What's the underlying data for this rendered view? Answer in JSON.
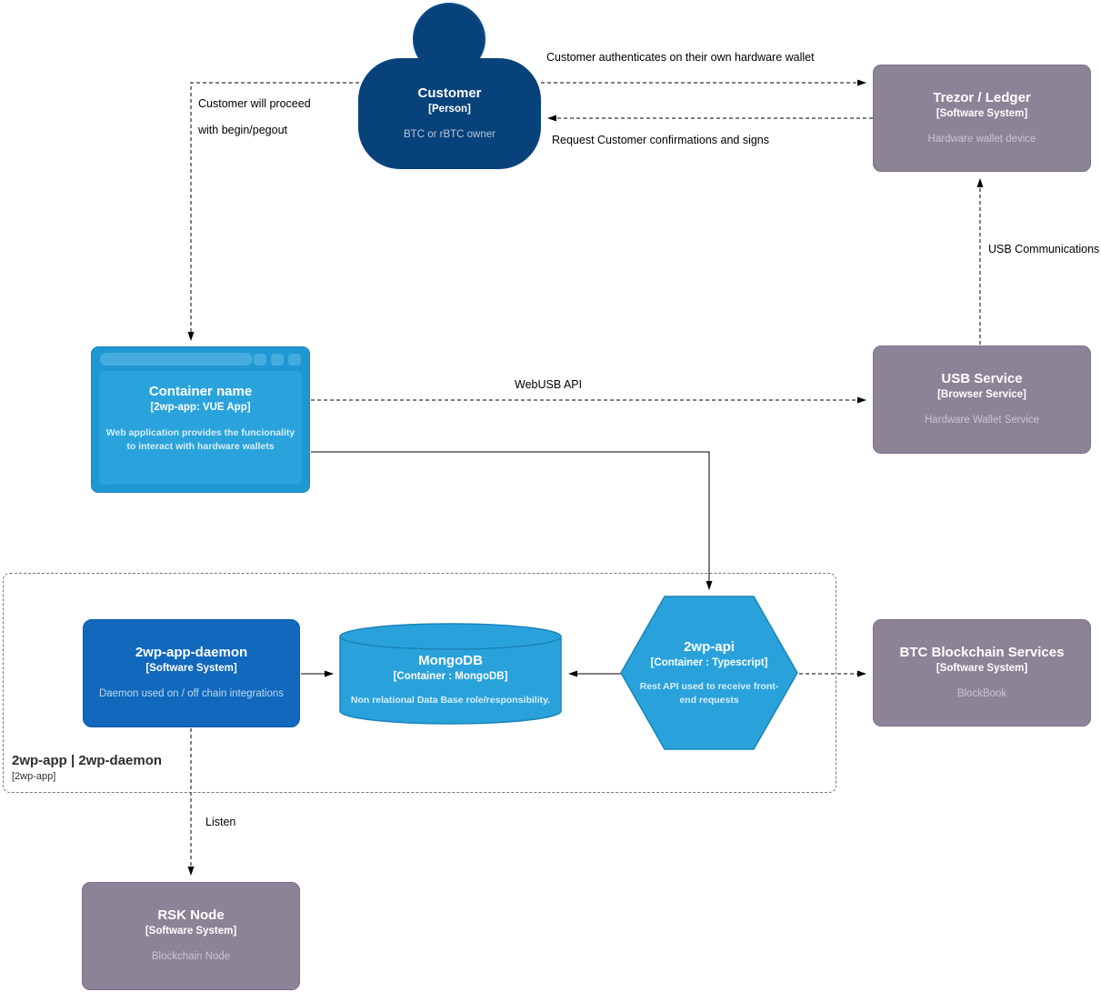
{
  "nodes": {
    "customer": {
      "title": "Customer",
      "meta": "[Person]",
      "subtitle": "BTC or rBTC owner"
    },
    "trezor_ledger": {
      "title": "Trezor / Ledger",
      "meta": "[Software System]",
      "subtitle": "Hardware wallet device"
    },
    "container_name": {
      "title": "Container name",
      "meta": "[2wp-app: VUE App]",
      "subtitle": "Web application provides the funcionality to interact with hardware wallets"
    },
    "usb_service": {
      "title": "USB Service",
      "meta": "[Browser Service]",
      "subtitle": "Hardware Wallet Service"
    },
    "daemon": {
      "title": "2wp-app-daemon",
      "meta": "[Software System]",
      "subtitle": "Daemon used on / off chain integrations"
    },
    "mongodb": {
      "title": "MongoDB",
      "meta": "[Container : MongoDB]",
      "subtitle": "Non relational Data Base role/responsibility."
    },
    "api": {
      "title": "2wp-api",
      "meta": "[Container : Typescript]",
      "subtitle": "Rest API used to receive front-end requests"
    },
    "btc_services": {
      "title": "BTC Blockchain Services",
      "meta": "[Software System]",
      "subtitle": "BlockBook"
    },
    "rsk_node": {
      "title": "RSK Node",
      "meta": "[Software System]",
      "subtitle": "Blockchain Node"
    }
  },
  "boundary": {
    "title": "2wp-app | 2wp-daemon",
    "meta": "[2wp-app]"
  },
  "edge_labels": {
    "authenticates": "Customer authenticates on their own hardware wallet",
    "request_confirmations": "Request Customer confirmations and signs",
    "proceed_line1": "Customer will proceed",
    "proceed_line2": "with begin/pegout",
    "usb_communications": "USB Communications",
    "webusb_api": "WebUSB API",
    "listen": "Listen"
  },
  "colors": {
    "person": "#08427b",
    "container_blue": "#1168bd",
    "light_blue": "#29a2dc",
    "light_blue_border": "#1b84b8",
    "external_gray": "#8c8496",
    "edge": "#000000",
    "boundary_border": "#767676"
  }
}
